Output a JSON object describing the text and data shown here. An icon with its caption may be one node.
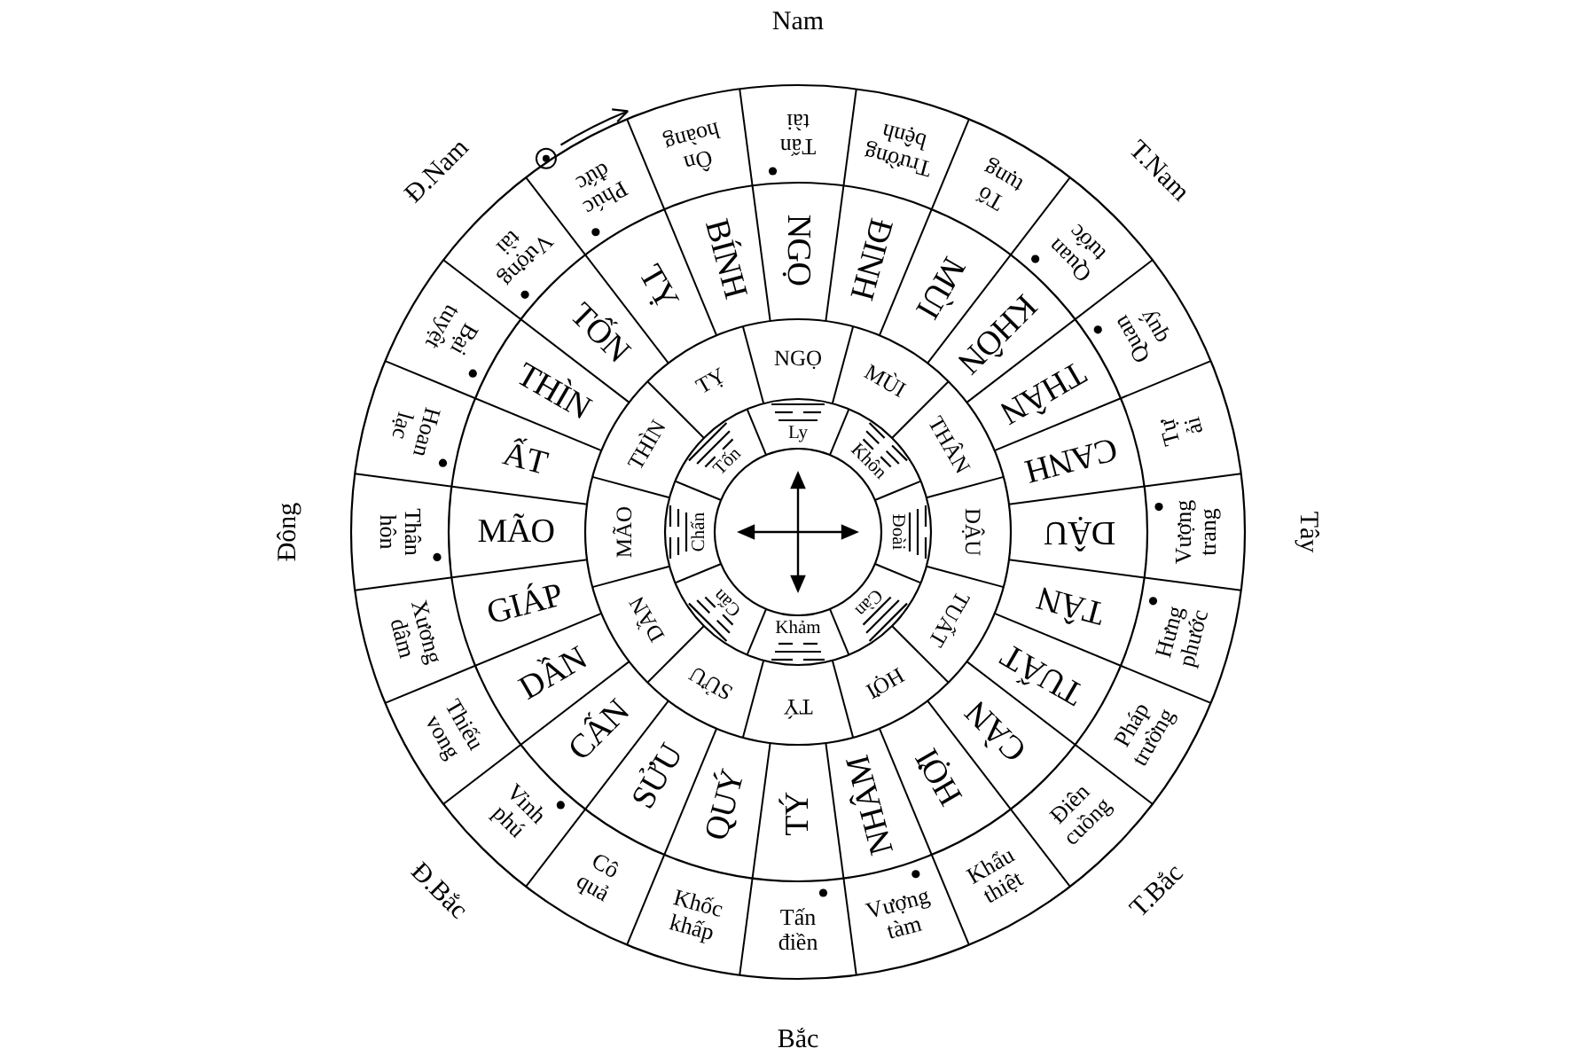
{
  "diagram": {
    "nodes": [
      {
        "text": [
          "Tấn tài"
        ]
      },
      {
        "text": [
          "Trường bệnh"
        ]
      },
      {
        "text": [
          "Tố tụng"
        ]
      },
      {
        "text": [
          "Quan tước"
        ]
      },
      {
        "text": [
          "Quan quý"
        ]
      },
      {
        "text": [
          "Tự ải"
        ]
      },
      {
        "text": [
          "Vượng trang"
        ]
      },
      {
        "text": [
          "Hưng phước"
        ]
      },
      {
        "text": [
          "Pháp trường"
        ]
      },
      {
        "text": [
          "Điên cuồng"
        ]
      },
      {
        "text": [
          "Khẩu thiệt"
        ]
      },
      {
        "text": [
          "Vượng tàm"
        ]
      },
      {
        "text": [
          "Tấn điền"
        ]
      },
      {
        "text": [
          "Khốc khấp"
        ]
      },
      {
        "text": [
          "Cô quả"
        ]
      },
      {
        "text": [
          "Vinh phú"
        ]
      },
      {
        "text": [
          "Thiếu vong"
        ]
      },
      {
        "text": [
          "Xương dâm"
        ]
      },
      {
        "text": [
          "Thân hôn"
        ]
      },
      {
        "text": [
          "Hoan lạc"
        ]
      },
      {
        "text": [
          "Bại tuyệt"
        ]
      },
      {
        "text": [
          "Vượng tài"
        ]
      },
      {
        "text": [
          "Phúc đức"
        ]
      },
      {
        "text": [
          "Ôn hoàng"
        ]
      },
      {
        "text": [
          "NGỌ"
        ]
      },
      {
        "text": [
          "ĐINH"
        ]
      },
      {
        "text": [
          "MÙI"
        ]
      },
      {
        "text": [
          "KHÔN"
        ]
      },
      {
        "text": [
          "THÂN"
        ]
      },
      {
        "text": [
          "CANH"
        ]
      },
      {
        "text": [
          "DẬU"
        ]
      },
      {
        "text": [
          "TÂN"
        ]
      },
      {
        "text": [
          "TUẤT"
        ]
      },
      {
        "text": [
          "CÀN"
        ]
      },
      {
        "text": [
          "HỢI"
        ]
      },
      {
        "text": [
          "NHÂM"
        ]
      },
      {
        "text": [
          "TÝ"
        ]
      },
      {
        "text": [
          "QUÝ"
        ]
      },
      {
        "text": [
          "SỬU"
        ]
      },
      {
        "text": [
          "CẤN"
        ]
      },
      {
        "text": [
          "DẦN"
        ]
      },
      {
        "text": [
          "GIÁP"
        ]
      },
      {
        "text": [
          "MÃO"
        ]
      },
      {
        "text": [
          "ẤT"
        ]
      },
      {
        "text": [
          "THÌN"
        ]
      },
      {
        "text": [
          "TỐN"
        ]
      },
      {
        "text": [
          "TỴ"
        ]
      },
      {
        "text": [
          "BÍNH"
        ]
      },
      {
        "text": [
          "NGỌ"
        ]
      },
      {
        "text": [
          "MÙI"
        ]
      },
      {
        "text": [
          "THÂN"
        ]
      },
      {
        "text": [
          "DẬU"
        ]
      },
      {
        "text": [
          "TUẤT"
        ]
      },
      {
        "text": [
          "HỢI"
        ]
      },
      {
        "text": [
          "TÝ"
        ]
      },
      {
        "text": [
          "SỬU"
        ]
      },
      {
        "text": [
          "DẦN"
        ]
      },
      {
        "text": [
          "MÃO"
        ]
      },
      {
        "text": [
          "THÌN"
        ]
      },
      {
        "text": [
          "TỴ"
        ]
      },
      {
        "text": [
          "Ly"
        ]
      },
      {
        "text": [
          "Khôn"
        ]
      },
      {
        "text": [
          "Đoài"
        ]
      },
      {
        "text": [
          "Càn"
        ]
      },
      {
        "text": [
          "Khảm"
        ]
      },
      {
        "text": [
          "Cấn"
        ]
      },
      {
        "text": [
          "Chấn"
        ]
      },
      {
        "text": [
          "Tốn"
        ]
      }
    ],
    "labels": [
      "Nam",
      "T.Nam",
      "Tây",
      "T.Bắc",
      "Bắc",
      "Đ.Bắc",
      "Đông",
      "Đ.Nam"
    ]
  }
}
